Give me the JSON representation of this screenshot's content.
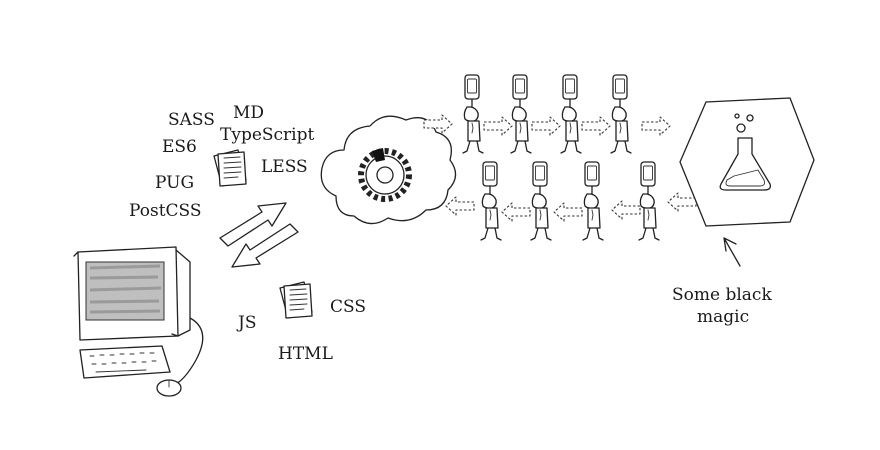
{
  "source_labels": {
    "sass": "SASS",
    "md": "MD",
    "typescript": "TypeScript",
    "es6": "ES6",
    "less": "LESS",
    "pug": "PUG",
    "postcss": "PostCSS"
  },
  "output_labels": {
    "js": "JS",
    "css": "CSS",
    "html": "HTML"
  },
  "magic_label": {
    "line1": "Some black",
    "line2": "magic"
  }
}
